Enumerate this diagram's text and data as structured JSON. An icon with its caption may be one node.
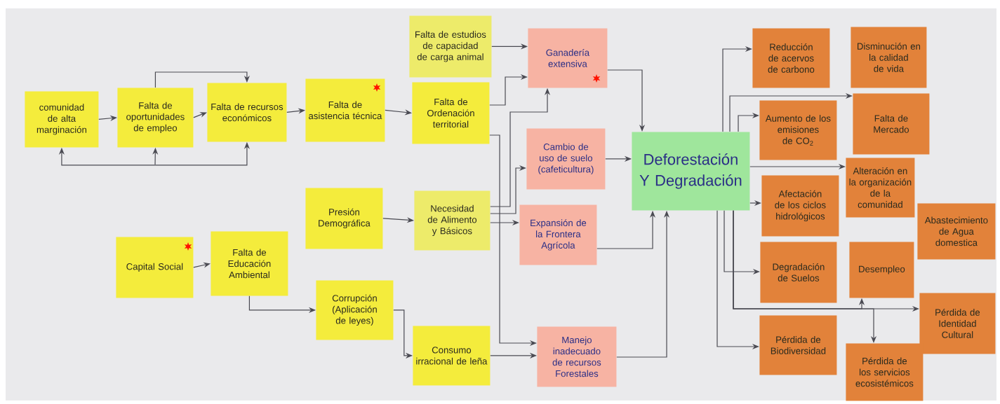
{
  "diagram": {
    "nodes": [
      {
        "text": [
          "comunidad de alta marginación"
        ]
      },
      {
        "text": [
          "Falta de oportunidades de empleo"
        ]
      },
      {
        "text": [
          "Falta de recursos económicos"
        ]
      },
      {
        "text": [
          "Falta de asistencia técnica"
        ]
      },
      {
        "text": [
          "Falta de estudios de capacidad de carga animal"
        ]
      },
      {
        "text": [
          "Falta de Ordenación territorial"
        ]
      },
      {
        "text": [
          "Presión Demográfica"
        ]
      },
      {
        "text": [
          "Necesidad de Alimento y Básicos"
        ]
      },
      {
        "text": [
          "Capital Social"
        ]
      },
      {
        "text": [
          "Falta de Educación Ambiental"
        ]
      },
      {
        "text": [
          "Corrupción",
          "(Aplicación de leyes)"
        ]
      },
      {
        "text": [
          "Consumo irracional de leña"
        ]
      },
      {
        "text": [
          "Ganadería extensiva"
        ]
      },
      {
        "text": [
          "Cambio de uso de suelo",
          "(cafeticultura)"
        ]
      },
      {
        "text": [
          "Expansión de la Frontera Agrícola"
        ]
      },
      {
        "text": [
          "Manejo inadecuado de recursos Forestales"
        ]
      },
      {
        "text": [
          "Deforestación Y Degradación"
        ]
      },
      {
        "text": [
          "Reducción de acervos de carbono"
        ]
      },
      {
        "text": [
          "Disminución en la calidad de vida"
        ]
      },
      {
        "text": [
          "Aumento de los emisiones de CO$_{2}$"
        ]
      },
      {
        "text": [
          "Falta de Mercado"
        ]
      },
      {
        "text": [
          "Afectación de los ciclos hidrológicos"
        ]
      },
      {
        "text": [
          "Alteración en la organización de la comunidad"
        ]
      },
      {
        "text": [
          "Abastecimiento de Agua domestica"
        ]
      },
      {
        "text": [
          "Degradación de Suelos"
        ]
      },
      {
        "text": [
          "Desempleo"
        ]
      },
      {
        "text": [
          "Pérdida de Identidad Cultural"
        ]
      },
      {
        "text": [
          "Pérdida de Biodiversidad"
        ]
      },
      {
        "text": [
          "Pérdida de los servicios ecosistémicos"
        ]
      }
    ],
    "edges": [
      {
        "from": 0,
        "to": 1,
        "arrow": "to"
      },
      {
        "from": 1,
        "to": 2,
        "arrow": "to"
      },
      {
        "from": 1,
        "to": 2,
        "arrow": "to"
      },
      {
        "from": 0,
        "to": 2,
        "arrow": "both"
      },
      {
        "from": null,
        "to": 1,
        "arrow": "to"
      },
      {
        "from": 2,
        "to": 3,
        "arrow": "to"
      },
      {
        "from": 3,
        "to": 5,
        "arrow": "to"
      },
      {
        "from": 4,
        "to": 12,
        "arrow": "to"
      },
      {
        "from": 5,
        "to": 12,
        "arrow": "to"
      },
      {
        "from": 5,
        "to": 15,
        "arrow": "to"
      },
      {
        "from": 6,
        "to": 7,
        "arrow": "to"
      },
      {
        "from": 7,
        "to": 12,
        "arrow": "to"
      },
      {
        "from": 7,
        "to": 13,
        "arrow": "to"
      },
      {
        "from": 7,
        "to": 14,
        "arrow": "to"
      },
      {
        "from": 8,
        "to": 9,
        "arrow": "to"
      },
      {
        "from": 9,
        "to": 10,
        "arrow": "to"
      },
      {
        "from": 10,
        "to": 11,
        "arrow": "to"
      },
      {
        "from": 11,
        "to": 15,
        "arrow": "to"
      },
      {
        "from": 12,
        "to": 16,
        "arrow": "to"
      },
      {
        "from": 13,
        "to": 16,
        "arrow": "to"
      },
      {
        "from": 14,
        "to": 16,
        "arrow": "to"
      },
      {
        "from": 15,
        "to": 16,
        "arrow": "to"
      },
      {
        "from": 16,
        "to": 17,
        "arrow": "to"
      },
      {
        "from": 16,
        "to": 20,
        "arrow": "to"
      },
      {
        "from": 16,
        "to": 19,
        "arrow": "to"
      },
      {
        "from": 16,
        "to": 22,
        "arrow": "to"
      },
      {
        "from": 16,
        "to": 21,
        "arrow": "to"
      },
      {
        "from": 16,
        "to": 24,
        "arrow": "to"
      },
      {
        "from": 16,
        "to": 27,
        "arrow": "to"
      },
      {
        "from": 16,
        "to": 25,
        "arrow": "to"
      },
      {
        "from": 16,
        "to": 26,
        "arrow": "to"
      },
      {
        "from": 16,
        "to": 28,
        "arrow": "to"
      }
    ]
  }
}
